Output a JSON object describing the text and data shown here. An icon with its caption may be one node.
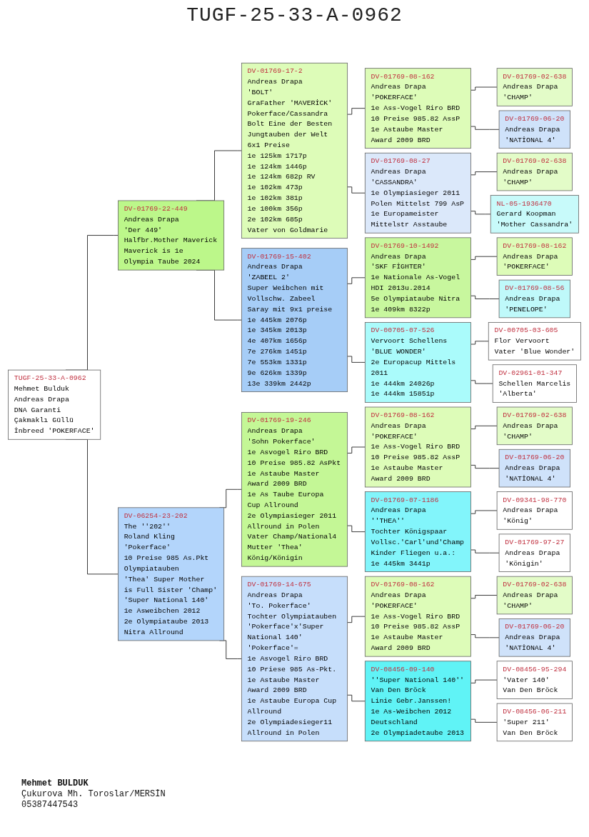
{
  "diagram": {
    "title": "TUGF-25-33-A-0962",
    "nodes": [
      {
        "text": [
          "TUGF-25-33-A-0962",
          "Mehmet Bulduk",
          "Andreas Drapa",
          "DNA Garanti",
          "Çakmaklı Güllü",
          "İnbreed 'POKERFACE'"
        ]
      },
      {
        "text": [
          "DV-01769-22-449",
          "Andreas Drapa",
          "'Der 449'",
          "Halfbr.Mother Maverick",
          "Maverick is 1e Olympia Taube 2024"
        ]
      },
      {
        "text": [
          "DV-06254-23-202",
          "The ''202''",
          "Roland Kling",
          "'Pokerface'",
          "10 Preise 985 As.Pkt",
          "Olympiatauben",
          "'Thea' Super Mother is Full Sister 'Champ'",
          "'Super National 140'",
          "1e Asweibchen 2012",
          "2e Olympiataube 2013",
          "Nitra Allround"
        ]
      },
      {
        "text": [
          "DV-01769-17-2",
          "Andreas Drapa",
          "'BOLT'",
          "GraFather 'MAVERİCK'",
          "Pokerface/Cassandra",
          "Bolt Eine der Besten Jungtauben der Welt",
          "6x1 Preise",
          "1e 125km 1717p",
          "1e 124km 1446p",
          "1e 124km 682p RV",
          "1e 102km 473p",
          "1e 102km 381p",
          "1e 100km 356p",
          "2e 102km 685p",
          "Vater von Goldmarie"
        ]
      },
      {
        "text": [
          "DV-01769-15-402",
          "Andreas Drapa",
          "'ZABEEL 2'",
          "Super Weibchen mit Vollschw. Zabeel Saray mit 9x1 preise",
          "1e 445km 2076p",
          "1e 345km 2013p",
          "4e 407km 1656p",
          "7e 276km 1451p",
          "7e 553km 1331p",
          "9e 626km 1339p",
          "13e 339km 2442p"
        ]
      },
      {
        "text": [
          "DV-01769-19-246",
          "Andreas Drapa",
          "'Sohn Pokerface'",
          "1e Asvogel Riro BRD",
          "10 Preise 985.82 AsPkt",
          "1e Astaube Master Award 2009 BRD",
          "1e As Taube Europa Cup Allround",
          "2e Olympiasieger 2011 Allround in Polen",
          "Vater Champ/National4",
          "Mutter 'Thea'",
          "König/Königin"
        ]
      },
      {
        "text": [
          "DV-01769-14-675",
          "Andreas Drapa",
          "'To. Pokerface'",
          "Tochter Olympiatauben 'Pokerface'x'Super National 140'",
          "'Pokerface'=",
          "1e Asvogel Riro BRD",
          "10 Priese 985 As-Pkt.",
          "1e Astaube Master Award 2009 BRD",
          "1e Astaube Europa Cup Allround",
          "2e Olympiadesieger11 Allround in Polen"
        ]
      },
      {
        "text": [
          "DV-01769-08-162",
          "Andreas Drapa",
          "'POKERFACE'",
          "1e Ass-Vogel Riro BRD",
          "10 Preise 985.82 AssP",
          "1e Astaube Master Award 2009 BRD"
        ]
      },
      {
        "text": [
          "DV-01769-08-27",
          "Andreas Drapa",
          "'CASSANDRA'",
          "1e Olympiasieger 2011 Polen Mittelst 799 AsP",
          "1e Europameister Mittelstr Asstaube"
        ]
      },
      {
        "text": [
          "DV-01769-10-1492",
          "Andreas Drapa",
          "'SKF FİGHTER'",
          "1e Nationale As-Vogel HDI 2013u.2014",
          "5e Olympiataube Nitra",
          "1e 409km 8322p"
        ]
      },
      {
        "text": [
          "DV-00705-07-526",
          "Vervoort Schellens",
          "'BLUE WONDER'",
          "2e Europacup Mittels 2011",
          "1e 444km 24026p",
          "1e 444km 15851p"
        ]
      },
      {
        "text": [
          "DV-01769-08-162",
          "Andreas Drapa",
          "'POKERFACE'",
          "1e Ass-Vogel Riro BRD",
          "10 Preise 985.82 AssP",
          "1e Astaube Master Award 2009 BRD"
        ]
      },
      {
        "text": [
          "DV-01769-07-1186",
          "Andreas Drapa",
          "''THEA''",
          "Tochter Königspaar Vollsc.'Carl'und'Champ",
          "Kinder Fliegen u.a.:",
          "1e 445km 3441p"
        ]
      },
      {
        "text": [
          "DV-01769-08-162",
          "Andreas Drapa",
          "'POKERFACE'",
          "1e Ass-Vogel Riro BRD",
          "10 Preise 985.82 AssP",
          "1e Astaube Master Award 2009 BRD"
        ]
      },
      {
        "text": [
          "DV-08456-09-140",
          "''Super National 140''",
          "Van Den Bröck",
          "Linie Gebr.Janssen!",
          "1e As-Weibchen 2012 Deutschland",
          "2e Olympiadetaube 2013"
        ]
      },
      {
        "text": [
          "DV-01769-02-638",
          "Andreas Drapa",
          "'CHAMP'"
        ]
      },
      {
        "text": [
          "DV-01769-06-20",
          "Andreas Drapa",
          "'NATİONAL 4'"
        ]
      },
      {
        "text": [
          "DV-01769-02-638",
          "Andreas Drapa",
          "'CHAMP'"
        ]
      },
      {
        "text": [
          "NL-05-1936470",
          "Gerard Koopman",
          "'Mother Cassandra'"
        ]
      },
      {
        "text": [
          "DV-01769-08-162",
          "Andreas Drapa",
          "'POKERFACE'"
        ]
      },
      {
        "text": [
          "DV-01769-08-56",
          "Andreas Drapa",
          "'PENELOPE'"
        ]
      },
      {
        "text": [
          "DV-00705-03-605",
          "Flor Vervoort",
          "Vater 'Blue Wonder'"
        ]
      },
      {
        "text": [
          "DV-02961-01-347",
          "Schellen Marcelis",
          "'Alberta'"
        ]
      },
      {
        "text": [
          "DV-01769-02-638",
          "Andreas Drapa",
          "'CHAMP'"
        ]
      },
      {
        "text": [
          "DV-01769-06-20",
          "Andreas Drapa",
          "'NATİONAL 4'"
        ]
      },
      {
        "text": [
          "DV-09341-98-770",
          "Andreas Drapa",
          "'König'"
        ]
      },
      {
        "text": [
          "DV-01769-97-27",
          "Andreas Drapa",
          "'Königin'"
        ]
      },
      {
        "text": [
          "DV-01769-02-638",
          "Andreas Drapa",
          "'CHAMP'"
        ]
      },
      {
        "text": [
          "DV-01769-06-20",
          "Andreas Drapa",
          "'NATİONAL 4'"
        ]
      },
      {
        "text": [
          "DV-08456-95-294",
          "'Vater 140'",
          "Van Den Bröck"
        ]
      },
      {
        "text": [
          "DV-08456-06-211",
          "'Super 211'",
          "Van Den Bröck"
        ]
      }
    ],
    "edges": [
      {
        "from": 0,
        "to": 1,
        "arrow": "none"
      },
      {
        "from": 0,
        "to": 2,
        "arrow": "none"
      },
      {
        "from": 1,
        "to": 3,
        "arrow": "none"
      },
      {
        "from": 1,
        "to": 4,
        "arrow": "none"
      },
      {
        "from": 2,
        "to": 5,
        "arrow": "none"
      },
      {
        "from": 2,
        "to": 6,
        "arrow": "none"
      },
      {
        "from": 3,
        "to": 7,
        "arrow": "none"
      },
      {
        "from": 3,
        "to": 8,
        "arrow": "none"
      },
      {
        "from": 4,
        "to": 9,
        "arrow": "none"
      },
      {
        "from": 4,
        "to": 10,
        "arrow": "none"
      },
      {
        "from": 5,
        "to": 11,
        "arrow": "none"
      },
      {
        "from": 5,
        "to": 12,
        "arrow": "none"
      },
      {
        "from": 6,
        "to": 13,
        "arrow": "none"
      },
      {
        "from": 6,
        "to": 14,
        "arrow": "none"
      },
      {
        "from": 7,
        "to": 15,
        "arrow": "none"
      },
      {
        "from": 7,
        "to": 16,
        "arrow": "none"
      },
      {
        "from": 8,
        "to": 17,
        "arrow": "none"
      },
      {
        "from": 8,
        "to": 18,
        "arrow": "none"
      },
      {
        "from": 9,
        "to": 19,
        "arrow": "none"
      },
      {
        "from": 9,
        "to": 20,
        "arrow": "none"
      },
      {
        "from": 10,
        "to": 21,
        "arrow": "none"
      },
      {
        "from": 10,
        "to": 22,
        "arrow": "none"
      },
      {
        "from": 11,
        "to": 23,
        "arrow": "none"
      },
      {
        "from": 11,
        "to": 24,
        "arrow": "none"
      },
      {
        "from": 12,
        "to": 25,
        "arrow": "none"
      },
      {
        "from": 12,
        "to": 26,
        "arrow": "none"
      },
      {
        "from": 13,
        "to": 27,
        "arrow": "none"
      },
      {
        "from": 13,
        "to": 28,
        "arrow": "none"
      },
      {
        "from": 14,
        "to": 29,
        "arrow": "none"
      },
      {
        "from": 14,
        "to": 30,
        "arrow": "none"
      }
    ],
    "labels": [
      "Mehmet BULDUK",
      "Çukurova Mh. Toroslar/MERSİN",
      "05387447543"
    ]
  }
}
